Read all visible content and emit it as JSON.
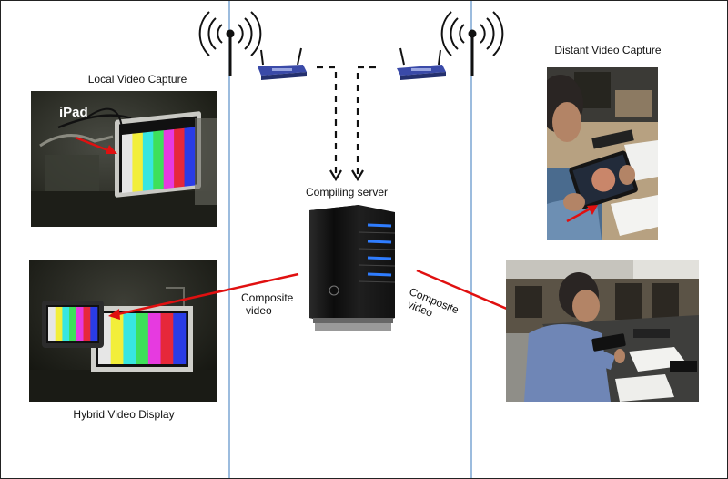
{
  "labels": {
    "local_capture": "Local Video Capture",
    "ipad": "iPad",
    "hybrid_display": "Hybrid Video Display",
    "distant_capture": "Distant Video Capture",
    "compiling_server": "Compiling server",
    "composite_left_1": "Composite",
    "composite_left_2": "video",
    "composite_right_1": "Composite",
    "composite_right_2": "video"
  },
  "colors": {
    "divider": "#5b8fc7",
    "arrow": "#e01010",
    "server_glow": "#2f7dff",
    "router": "#3a4aa8"
  },
  "color_bars": [
    "#e6e6e6",
    "#f2ee3a",
    "#38e6e0",
    "#3ee05a",
    "#e63ae0",
    "#e6283a",
    "#2a3ce6"
  ]
}
